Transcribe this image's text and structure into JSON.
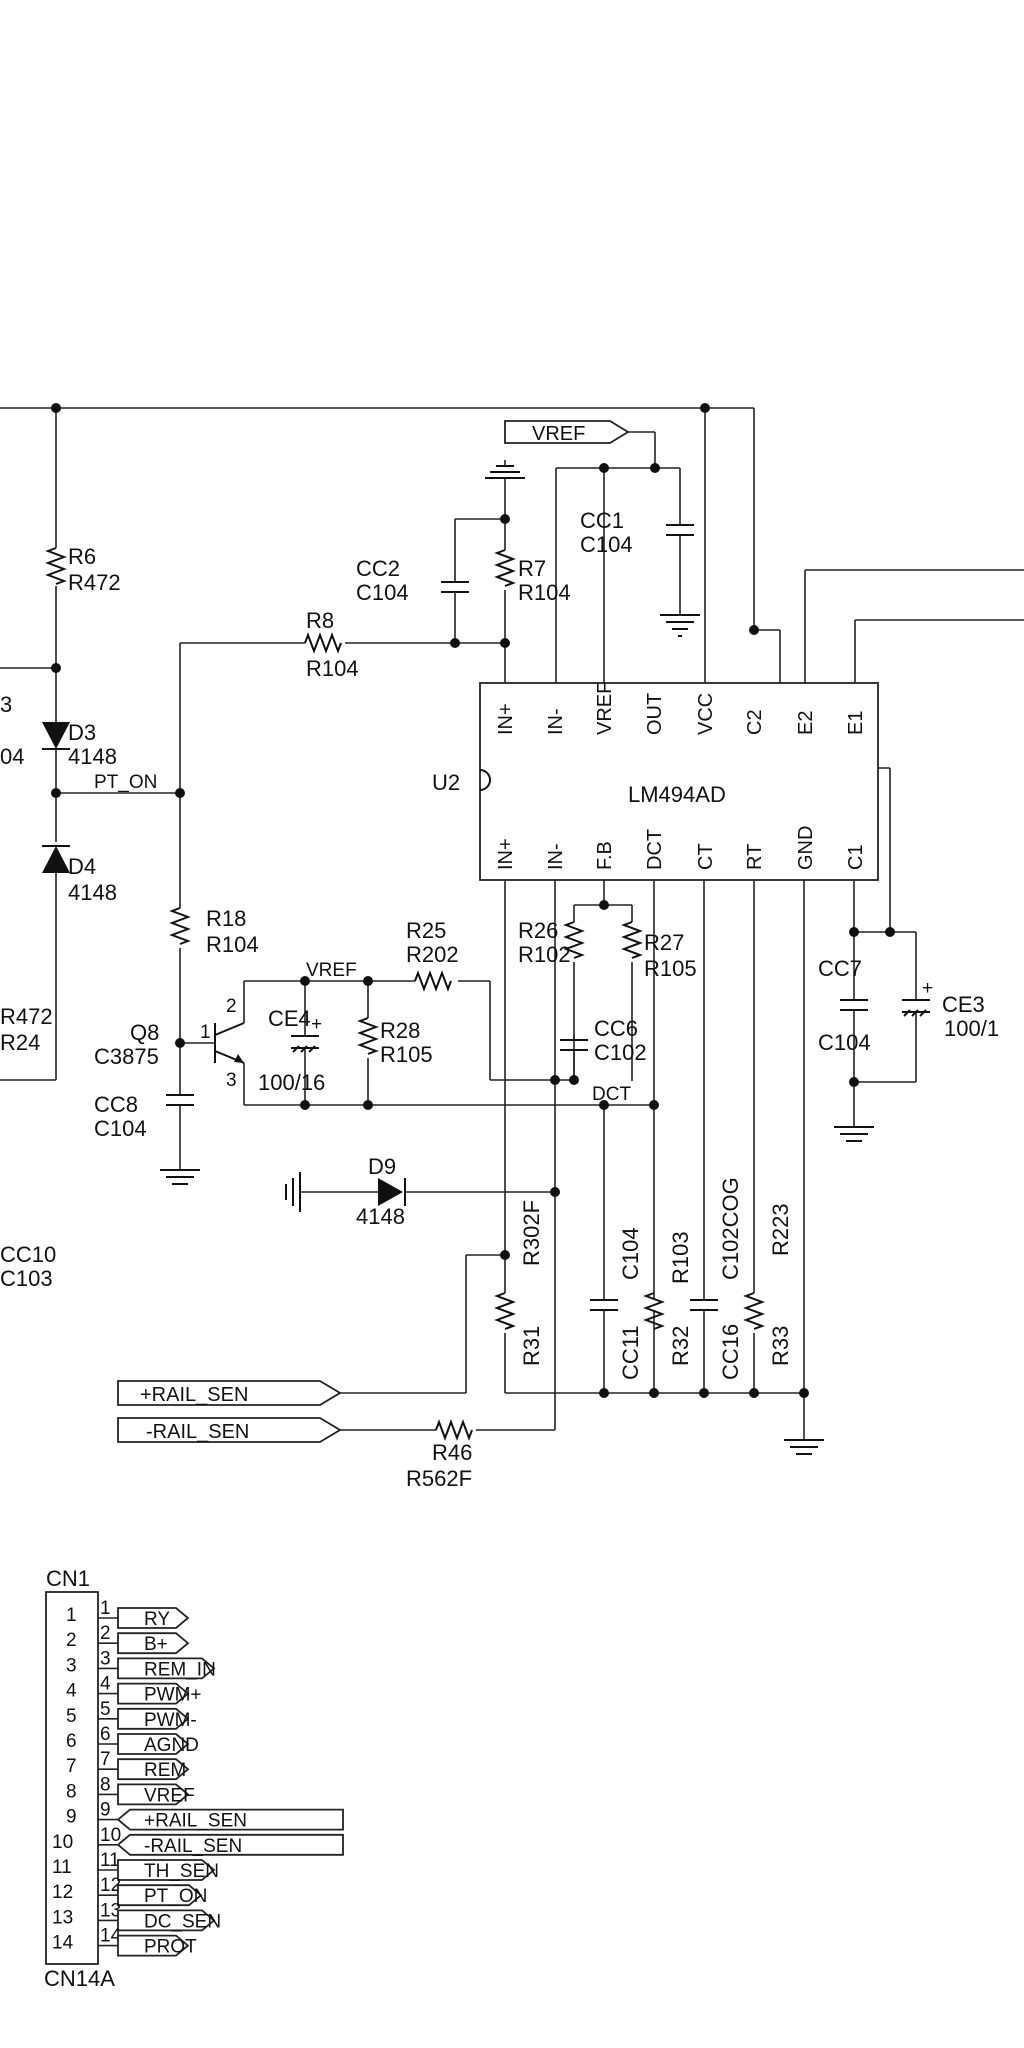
{
  "parts": {
    "R6": {
      "ref": "R6",
      "val": "R472"
    },
    "D3": {
      "ref": "D3",
      "val": "4148"
    },
    "D4": {
      "ref": "D4",
      "val": "4148"
    },
    "R7": {
      "ref": "R7",
      "val": "R104"
    },
    "CC2": {
      "ref": "CC2",
      "val": "C104"
    },
    "R8": {
      "ref": "R8",
      "val": "R104"
    },
    "CC1": {
      "ref": "CC1",
      "val": "C104"
    },
    "R18": {
      "ref": "R18",
      "val": "R104"
    },
    "Q8": {
      "ref": "Q8",
      "val": "C3875"
    },
    "R25": {
      "ref": "R25",
      "val": "R202"
    },
    "CE4": {
      "ref": "CE4",
      "val": "100/16"
    },
    "R28": {
      "ref": "R28",
      "val": "R105"
    },
    "R26": {
      "ref": "R26",
      "val": "R102"
    },
    "R27": {
      "ref": "R27",
      "val": "R105"
    },
    "CC6": {
      "ref": "CC6",
      "val": "C102"
    },
    "CC8": {
      "ref": "CC8",
      "val": "C104"
    },
    "CC7": {
      "ref": "CC7",
      "val": "C104"
    },
    "CE3": {
      "ref": "CE3",
      "val": "100/1"
    },
    "D9": {
      "ref": "D9",
      "val": "4148"
    },
    "R31": {
      "ref": "R31",
      "val": "R302F"
    },
    "CC11": {
      "ref": "CC11",
      "val": "C104"
    },
    "R32": {
      "ref": "R32",
      "val": "R103"
    },
    "CC16": {
      "ref": "CC16",
      "val": "C102COG"
    },
    "R33": {
      "ref": "R33",
      "val": "R223"
    },
    "R46": {
      "ref": "R46",
      "val": "R562F"
    },
    "CC10": {
      "ref": "CC10",
      "val": "C103"
    },
    "R24": {
      "ref": "R24",
      "val": "R472"
    }
  },
  "left_partial": {
    "t1": "3",
    "t2": "04",
    "t3": "R472",
    "t4": "R24",
    "t5": "CC10",
    "t6": "C103"
  },
  "ic": {
    "ref": "U2",
    "name": "LM494AD",
    "top_pins": [
      "IN+",
      "IN-",
      "VREF",
      "OUT",
      "VCC",
      "C2",
      "E2",
      "E1"
    ],
    "bottom_pins": [
      "IN+",
      "IN-",
      "F.B",
      "DCT",
      "CT",
      "RT",
      "GND",
      "C1"
    ]
  },
  "nets": {
    "vref": "VREF",
    "vref2": "VREF",
    "pt_on": "PT_ON",
    "dct": "DCT"
  },
  "q8_pins": {
    "b": "1",
    "c": "2",
    "e": "3"
  },
  "flags": {
    "rail_pos": "+RAIL_SEN",
    "rail_neg": "-RAIL_SEN"
  },
  "connector": {
    "ref": "CN1",
    "part": "CN14A",
    "pins": [
      {
        "n": "1",
        "sig": "RY"
      },
      {
        "n": "2",
        "sig": "B+"
      },
      {
        "n": "3",
        "sig": "REM_IN"
      },
      {
        "n": "4",
        "sig": "PWM+"
      },
      {
        "n": "5",
        "sig": "PWM-"
      },
      {
        "n": "6",
        "sig": "AGND"
      },
      {
        "n": "7",
        "sig": "REM"
      },
      {
        "n": "8",
        "sig": "VREF"
      },
      {
        "n": "9",
        "sig": "+RAIL_SEN"
      },
      {
        "n": "10",
        "sig": "-RAIL_SEN"
      },
      {
        "n": "11",
        "sig": "TH_SEN"
      },
      {
        "n": "12",
        "sig": "PT_ON"
      },
      {
        "n": "13",
        "sig": "DC_SEN"
      },
      {
        "n": "14",
        "sig": "PROT"
      }
    ]
  }
}
